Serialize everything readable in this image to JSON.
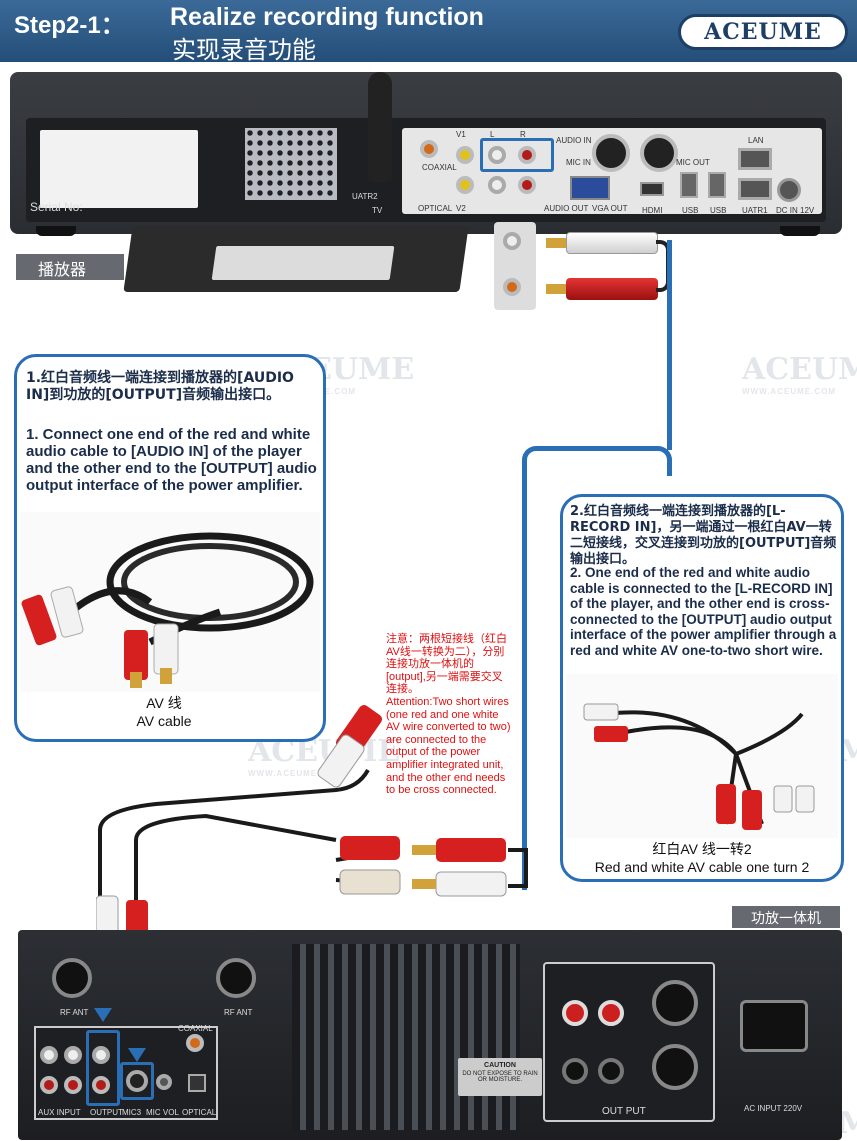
{
  "header": {
    "step": "Step2-1：",
    "title_en": "Realize recording function",
    "title_cn": "实现录音功能",
    "brand": "ACEUME"
  },
  "watermark": {
    "brand": "ACEUME",
    "url": "WWW.ACEUME.COM"
  },
  "player": {
    "tag": "播放器",
    "serial_label": "Serial No:",
    "ports": {
      "coaxial": "COAXIAL",
      "optical": "OPTICAL",
      "v1": "V1",
      "v2": "V2",
      "l": "L",
      "r": "R",
      "audio_in": "AUDIO IN",
      "mic_in": "MIC IN",
      "mic_out": "MIC OUT",
      "audio_out": "AUDIO OUT",
      "vga_out": "VGA OUT",
      "hdmi": "HDMI",
      "usb": "USB",
      "lan": "LAN",
      "uatr1": "UATR1",
      "uatr2": "UATR2",
      "tv": "TV",
      "dc": "DC IN 12V"
    }
  },
  "callout1": {
    "cn": "1.红白音频线一端连接到播放器的[AUDIO IN]到功放的[OUTPUT]音频输出接口。",
    "en": "1. Connect one end of the red and white audio cable to [AUDIO IN] of the player and the other end to the [OUTPUT] audio output interface of the power amplifier.",
    "caption_cn": "AV 线",
    "caption_en": "AV cable"
  },
  "callout2": {
    "cn": "2.红白音频线一端连接到播放器的[L-RECORD IN]，另一端通过一根红白AV一转二短接线，交叉连接到功放的[OUTPUT]音频输出接口。",
    "en": "2. One end of the red and white audio cable is connected to the [L-RECORD IN] of the player, and the other end is cross-connected to the [OUTPUT] audio output interface of the power amplifier through a red and white AV one-to-two short wire.",
    "caption_cn": "红白AV 线一转2",
    "caption_en": "Red and white AV cable one turn 2"
  },
  "note": {
    "cn": "注意：两根短接线（红白AV线一转换为二），分别连接功放一体机的[output],另一端需要交叉连接。",
    "en": "Attention:Two short wires (one red and one white AV wire converted to two) are connected to the output of the power amplifier integrated unit, and the other end needs to be cross connected."
  },
  "amplifier": {
    "tag": "功放一体机",
    "labels": {
      "rf_ant_1": "RF ANT",
      "rf_ant_2": "RF ANT",
      "aux_input": "AUX INPUT",
      "output": "OUTPUT",
      "mic3": "MIC3",
      "mic_vol": "MIC VOL",
      "coaxial": "COAXIAL",
      "optical": "OPTICAL",
      "speaker_out": "OUT PUT",
      "ac_input": "AC INPUT 220V",
      "caution": "CAUTION",
      "warning": "DO NOT EXPOSE TO RAIN OR MOISTURE."
    }
  },
  "colors": {
    "header_bg": "#2d5a87",
    "accent": "#2a6eb5",
    "note_red": "#e01010"
  }
}
